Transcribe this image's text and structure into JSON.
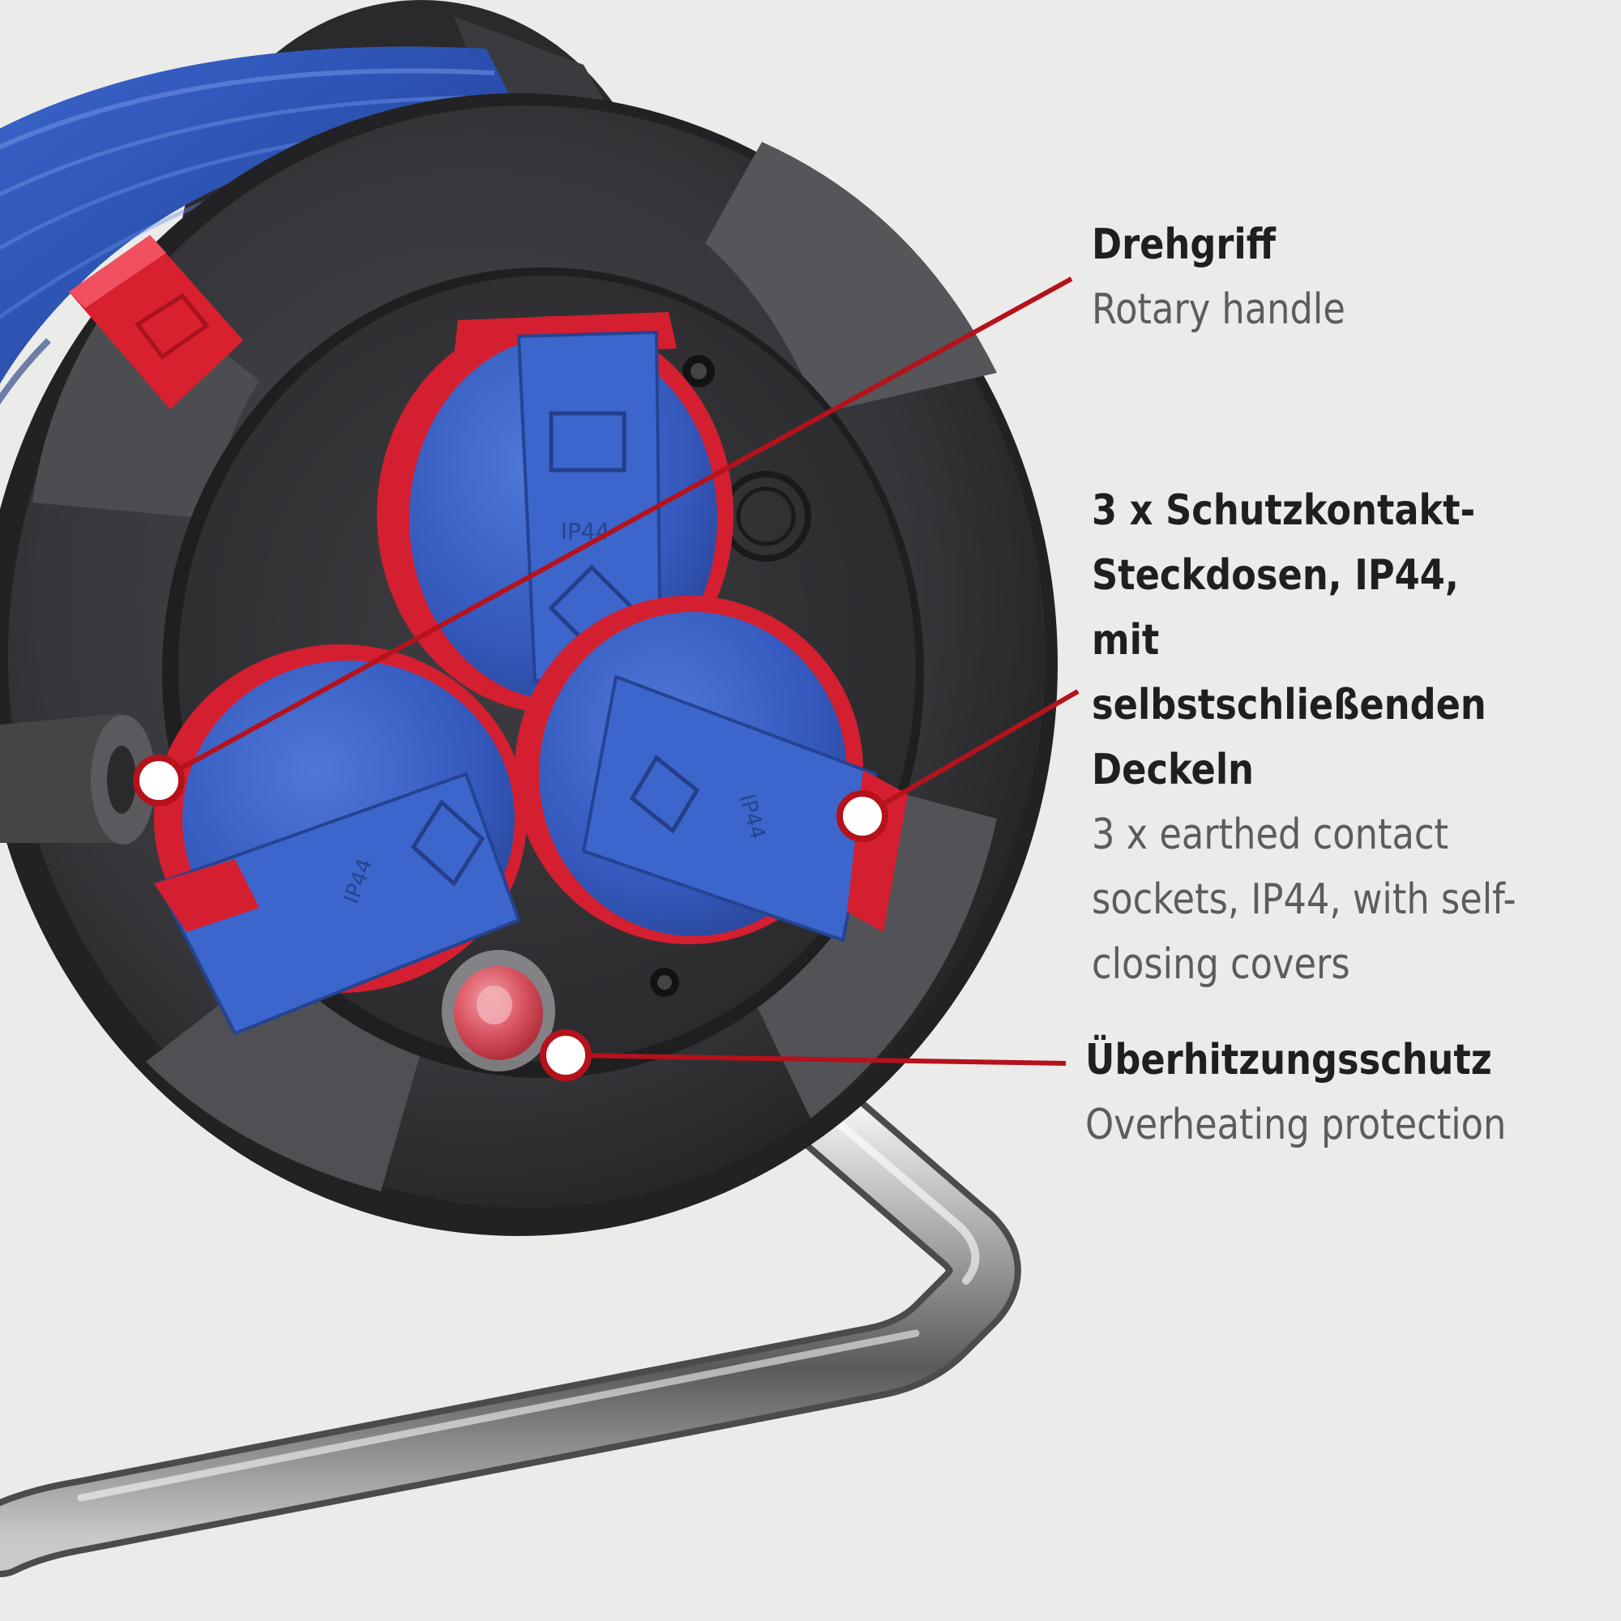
{
  "callouts": [
    {
      "id": "rotary-handle",
      "title_de": "Drehgriff",
      "title_en": "Rotary handle"
    },
    {
      "id": "sockets",
      "title_de": "3 x Schutzkontakt-\nSteckdosen, IP44, mit\nselbstschließenden\nDeckeln",
      "title_en": "3 x earthed contact\nsockets, IP44, with self-\nclosing covers"
    },
    {
      "id": "overheating",
      "title_de": "Überhitzungsschutz",
      "title_en": "Overheating protection"
    }
  ],
  "socket_labels": {
    "top": "IP44",
    "left": "IP44",
    "right": "IP44"
  },
  "colors": {
    "background": "#ebebea",
    "cable": "#2f55b8",
    "reel": "#333336",
    "cover": "#3a63c9",
    "accent_red": "#c8102e",
    "marker_fill": "#ffffff"
  }
}
